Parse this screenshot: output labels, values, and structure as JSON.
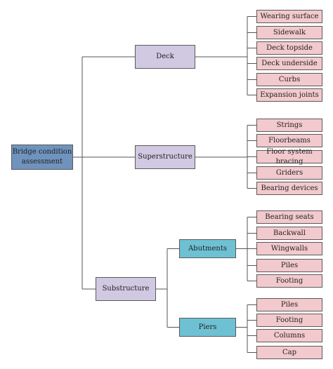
{
  "root": {
    "label": "Bridge condition assessment"
  },
  "deck": {
    "label": "Deck",
    "items": [
      "Wearing surface",
      "Sidewalk",
      "Deck topside",
      "Deck underside",
      "Curbs",
      "Expansion joints"
    ]
  },
  "superstructure": {
    "label": "Superstructure",
    "items": [
      "Strings",
      "Floorbeams",
      "Floor system bracing",
      "Griders",
      "Bearing devices"
    ]
  },
  "substructure": {
    "label": "Substructure",
    "abutments": {
      "label": "Abutments",
      "items": [
        "Bearing seats",
        "Backwall",
        "Wingwalls",
        "Piles",
        "Footing"
      ]
    },
    "piers": {
      "label": "Piers",
      "items": [
        "Piles",
        "Footing",
        "Columns",
        "Cap"
      ]
    }
  },
  "colors": {
    "root": "#6f93bd",
    "category": "#d1c8e2",
    "subcategory": "#6dc1d3",
    "leaf": "#f2c9cd",
    "line": "#555555"
  }
}
